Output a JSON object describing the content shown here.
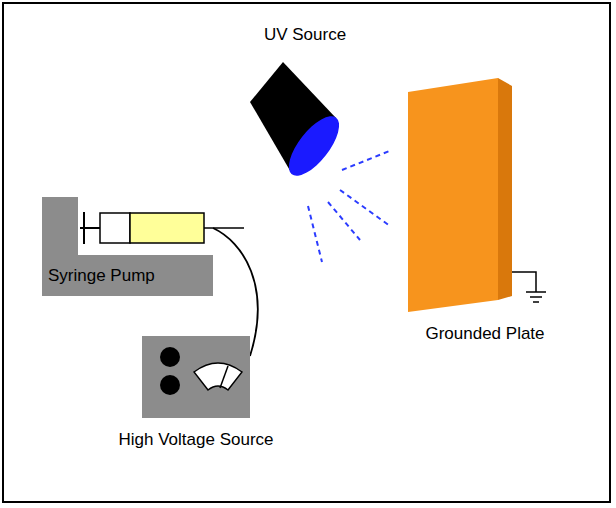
{
  "diagram": {
    "nodes": [
      {
        "text": [
          "UV Source"
        ]
      },
      {
        "text": [
          "Syringe Pump"
        ]
      },
      {
        "text": [
          "High Voltage Source"
        ]
      },
      {
        "text": [
          "Grounded Plate"
        ]
      }
    ],
    "edges": [
      {
        "from": 1,
        "to": 2,
        "arrow": "none"
      }
    ]
  }
}
